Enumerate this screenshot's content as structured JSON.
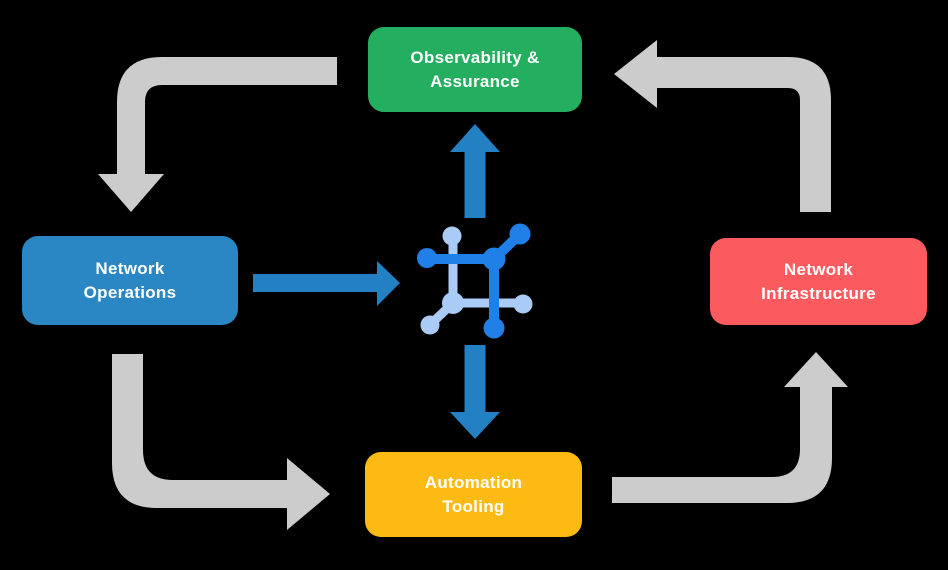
{
  "diagram": {
    "description": "Network automation lifecycle diagram",
    "background_color": "#000000",
    "text_color": "#FFFFFF",
    "nodes": {
      "observability": {
        "line1": "Observability &",
        "line2": "Assurance",
        "color": "#24AE5F"
      },
      "operations": {
        "line1": "Network",
        "line2": "Operations",
        "color": "#2B87C4"
      },
      "infrastructure": {
        "line1": "Network",
        "line2": "Infrastructure",
        "color": "#FB5B5E"
      },
      "automation": {
        "line1": "Automation",
        "line2": "Tooling",
        "color": "#FDBA12"
      }
    },
    "center_icon": {
      "name": "network-automation-icon",
      "dark_color": "#2080E8",
      "light_color": "#A9CBF5"
    },
    "arrows": {
      "gray_color": "#CCCCCC",
      "blue_color": "#2381C3",
      "gray_flows": [
        {
          "from": "observability",
          "to": "operations"
        },
        {
          "from": "operations",
          "to": "automation"
        },
        {
          "from": "automation",
          "to": "infrastructure"
        },
        {
          "from": "infrastructure",
          "to": "observability"
        }
      ],
      "blue_flows": [
        {
          "from": "operations",
          "to": "center-icon"
        },
        {
          "from": "center-icon",
          "to": "observability"
        },
        {
          "from": "center-icon",
          "to": "automation"
        }
      ]
    }
  }
}
